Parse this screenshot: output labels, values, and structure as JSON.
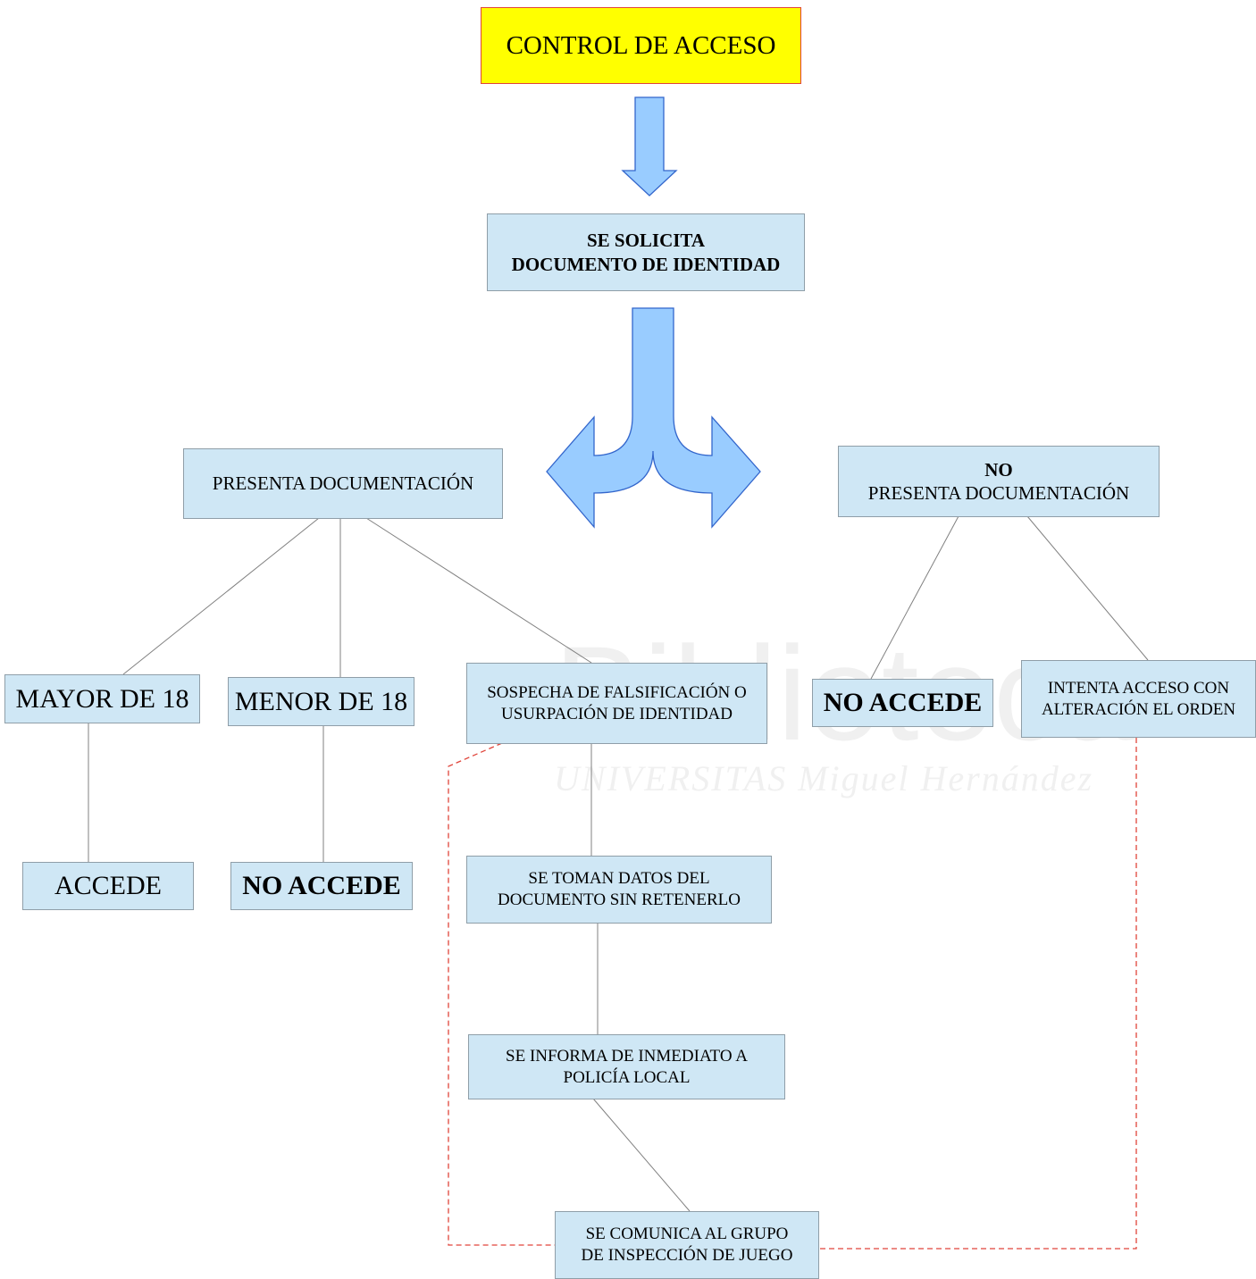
{
  "watermark": {
    "brand": "Biblioteca",
    "subtitle": "UNIVERSITAS Miguel Hernández"
  },
  "nodes": {
    "control_acceso": "CONTROL DE ACCESO",
    "solicita_line1": "SE SOLICITA",
    "solicita_line2": "DOCUMENTO DE IDENTIDAD",
    "presenta": "PRESENTA DOCUMENTACIÓN",
    "no_presenta_line1": "NO",
    "no_presenta_line2": "PRESENTA DOCUMENTACIÓN",
    "mayor": "MAYOR DE 18",
    "menor": "MENOR DE 18",
    "sospecha_line1": "SOSPECHA DE FALSIFICACIÓN O",
    "sospecha_line2": "USURPACIÓN DE IDENTIDAD",
    "no_accede_right": "NO ACCEDE",
    "intenta_line1": "INTENTA ACCESO CON",
    "intenta_line2": "ALTERACIÓN EL ORDEN",
    "accede": "ACCEDE",
    "no_accede_left": "NO ACCEDE",
    "toman_line1": "SE TOMAN DATOS DEL",
    "toman_line2": "DOCUMENTO SIN RETENERLO",
    "informa_line1": "SE INFORMA DE INMEDIATO A",
    "informa_line2": "POLICÍA LOCAL",
    "comunica_line1": "SE COMUNICA AL GRUPO",
    "comunica_line2": "DE INSPECCIÓN DE JUEGO"
  },
  "colors": {
    "box_fill": "#cfe7f5",
    "title_fill": "#ffff00",
    "arrow_fill": "#99ccff",
    "arrow_stroke": "#3366cc",
    "dashed_link": "#e0443a",
    "connector": "#808080"
  }
}
